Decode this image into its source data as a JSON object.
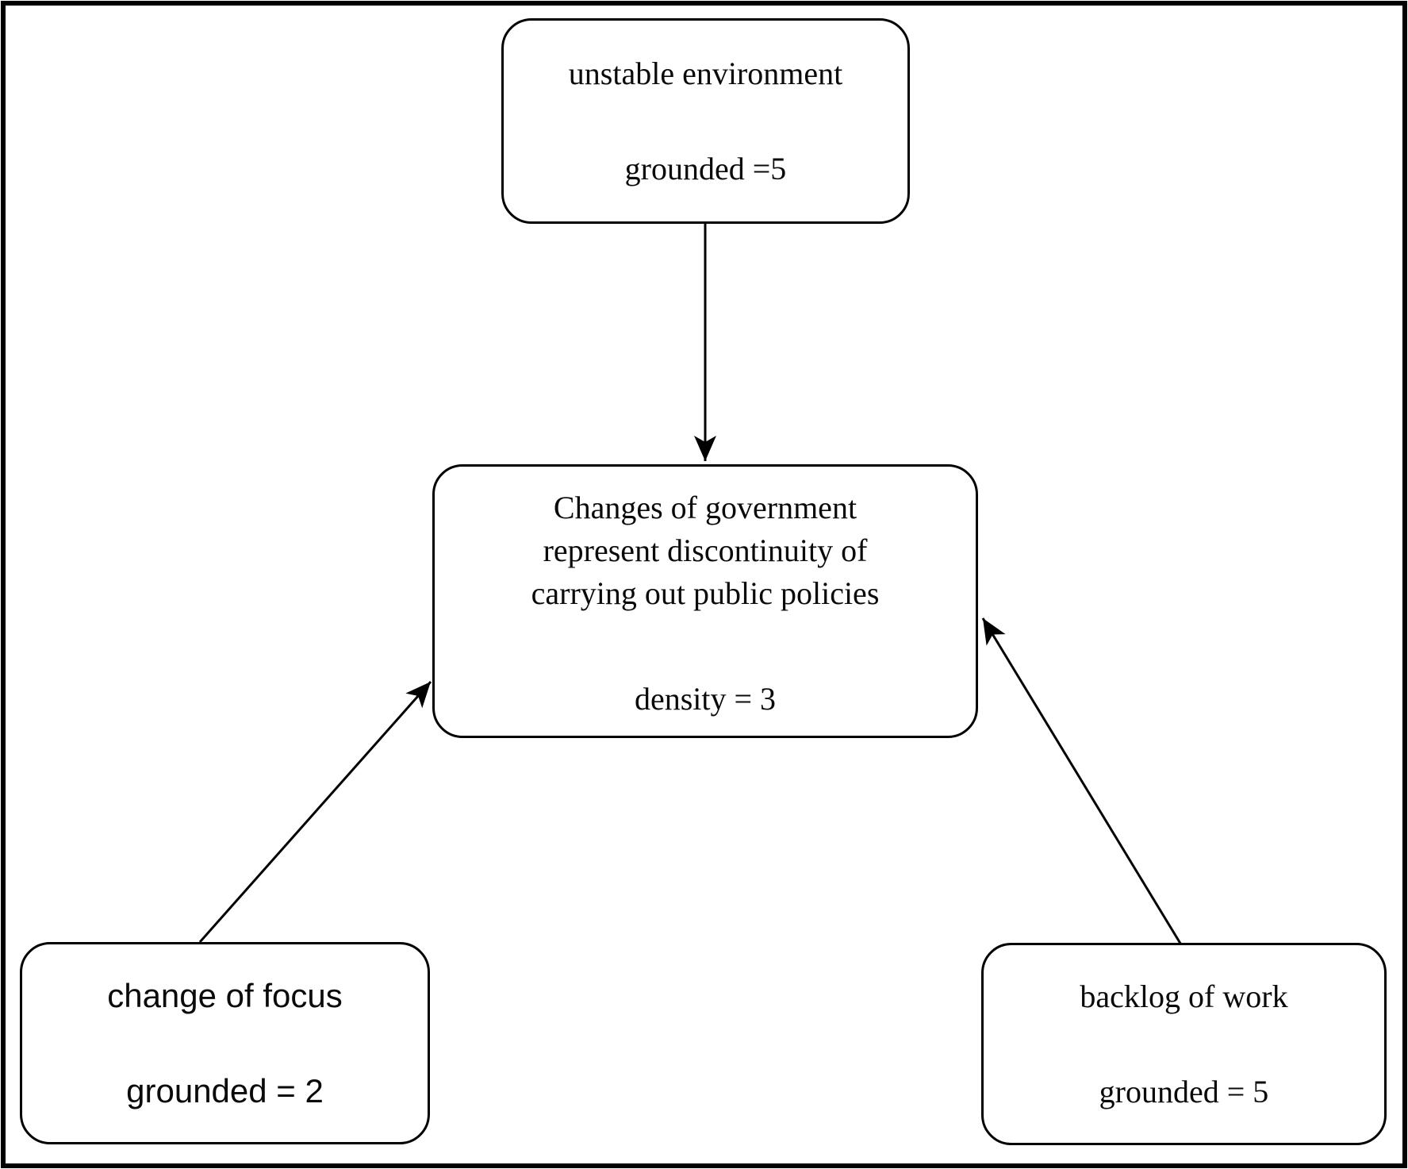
{
  "diagram": {
    "nodes": {
      "unstable_environment": {
        "label": "unstable environment",
        "metric": "grounded =5"
      },
      "changes_of_government": {
        "lines": [
          "Changes of government",
          "represent discontinuity of",
          "carrying out public policies"
        ],
        "metric": "density = 3"
      },
      "change_of_focus": {
        "label": "change of focus",
        "metric": "grounded = 2"
      },
      "backlog_of_work": {
        "label": "backlog of work",
        "metric": "grounded = 5"
      }
    },
    "edges": [
      {
        "from": "unstable_environment",
        "to": "changes_of_government"
      },
      {
        "from": "change_of_focus",
        "to": "changes_of_government"
      },
      {
        "from": "backlog_of_work",
        "to": "changes_of_government"
      }
    ],
    "colors": {
      "line": "#000000",
      "background": "#ffffff",
      "text": "#0a0a0a"
    }
  }
}
